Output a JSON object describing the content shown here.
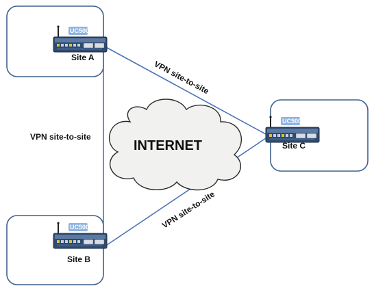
{
  "sites": [
    {
      "id": "a",
      "label": "Site A",
      "device": "UC500"
    },
    {
      "id": "b",
      "label": "Site B",
      "device": "UC500"
    },
    {
      "id": "c",
      "label": "Site C",
      "device": "UC500"
    }
  ],
  "cloud_label": "INTERNET",
  "links": [
    {
      "id": "a-c",
      "label": "VPN site-to-site"
    },
    {
      "id": "a-b",
      "label": "VPN site-to-site"
    },
    {
      "id": "b-c",
      "label": "VPN site-to-site"
    }
  ],
  "colors": {
    "site_border": "#3f5f8c",
    "link": "#4a73b8",
    "badge": "#8fb4e0",
    "device_body": "#2f4a6e",
    "cloud_fill": "#f1f1ef"
  }
}
